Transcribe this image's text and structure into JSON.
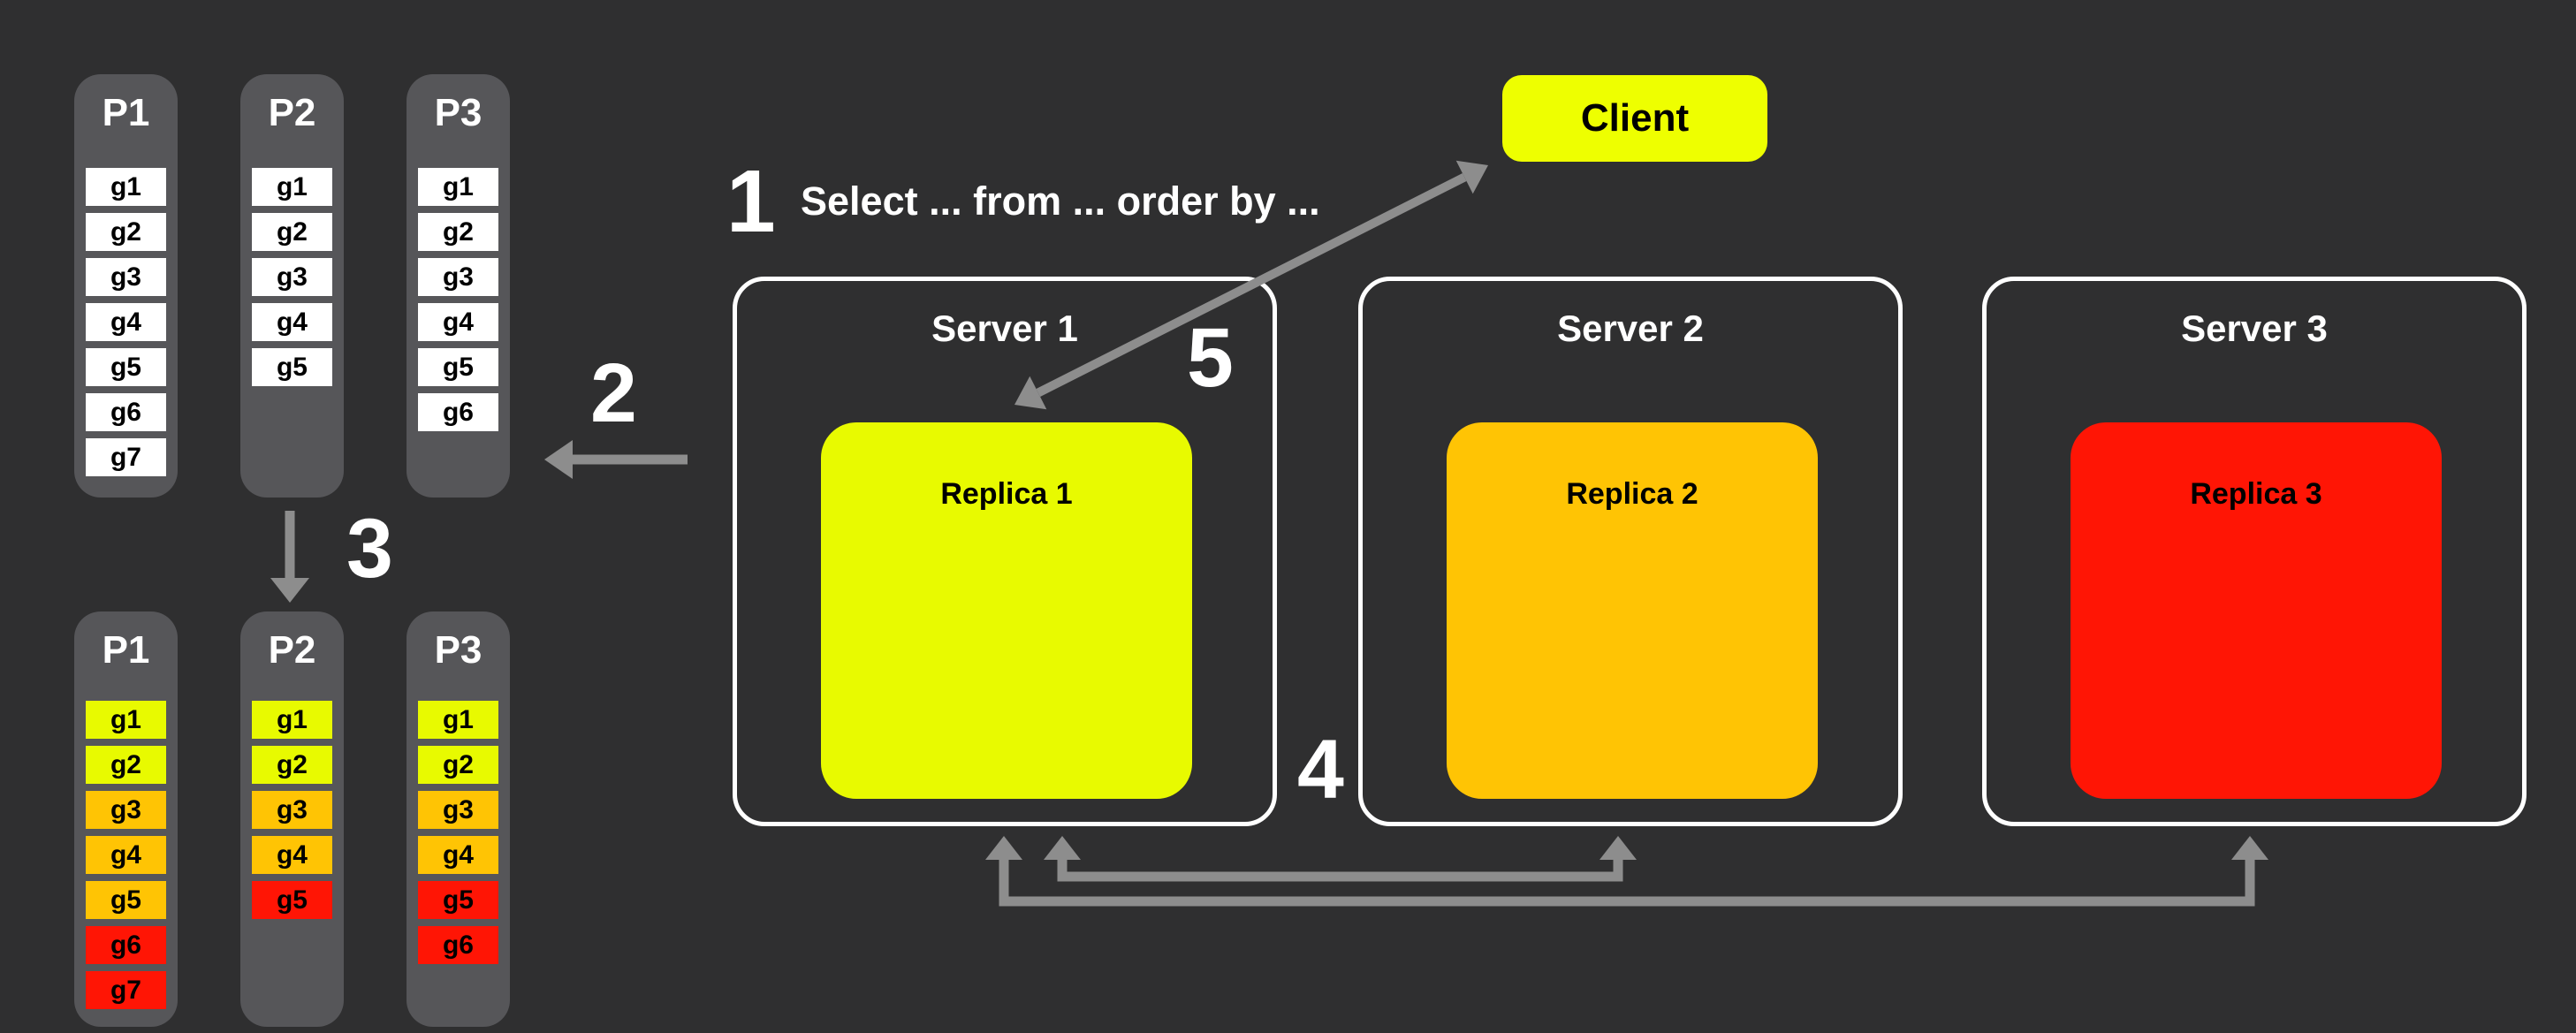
{
  "colors": {
    "bg": "#2f2f30",
    "panel": "#565659",
    "white": "#ffffff",
    "yellow": "#e8fa00",
    "orange": "#ffc404",
    "red": "#ff1505",
    "client_yellow": "#eeff00",
    "arrow_gray": "#8d8d8d"
  },
  "client": {
    "label": "Client",
    "color": "client_yellow"
  },
  "steps": {
    "step1": {
      "number": "1",
      "text": "Select ... from ... order by ..."
    },
    "step2": {
      "number": "2"
    },
    "step3": {
      "number": "3"
    },
    "step4": {
      "number": "4"
    },
    "step5": {
      "number": "5"
    }
  },
  "servers": [
    {
      "label": "Server 1",
      "replica": {
        "label": "Replica 1",
        "color": "yellow"
      }
    },
    {
      "label": "Server 2",
      "replica": {
        "label": "Replica 2",
        "color": "orange"
      }
    },
    {
      "label": "Server 3",
      "replica": {
        "label": "Replica 3",
        "color": "red"
      }
    }
  ],
  "partition_groups": {
    "unsorted": [
      {
        "title": "P1",
        "cells": [
          {
            "label": "g1",
            "color": "white"
          },
          {
            "label": "g2",
            "color": "white"
          },
          {
            "label": "g3",
            "color": "white"
          },
          {
            "label": "g4",
            "color": "white"
          },
          {
            "label": "g5",
            "color": "white"
          },
          {
            "label": "g6",
            "color": "white"
          },
          {
            "label": "g7",
            "color": "white"
          }
        ]
      },
      {
        "title": "P2",
        "cells": [
          {
            "label": "g1",
            "color": "white"
          },
          {
            "label": "g2",
            "color": "white"
          },
          {
            "label": "g3",
            "color": "white"
          },
          {
            "label": "g4",
            "color": "white"
          },
          {
            "label": "g5",
            "color": "white"
          }
        ]
      },
      {
        "title": "P3",
        "cells": [
          {
            "label": "g1",
            "color": "white"
          },
          {
            "label": "g2",
            "color": "white"
          },
          {
            "label": "g3",
            "color": "white"
          },
          {
            "label": "g4",
            "color": "white"
          },
          {
            "label": "g5",
            "color": "white"
          },
          {
            "label": "g6",
            "color": "white"
          }
        ]
      }
    ],
    "sorted": [
      {
        "title": "P1",
        "cells": [
          {
            "label": "g1",
            "color": "yellow"
          },
          {
            "label": "g2",
            "color": "yellow"
          },
          {
            "label": "g3",
            "color": "orange"
          },
          {
            "label": "g4",
            "color": "orange"
          },
          {
            "label": "g5",
            "color": "orange"
          },
          {
            "label": "g6",
            "color": "red"
          },
          {
            "label": "g7",
            "color": "red"
          }
        ]
      },
      {
        "title": "P2",
        "cells": [
          {
            "label": "g1",
            "color": "yellow"
          },
          {
            "label": "g2",
            "color": "yellow"
          },
          {
            "label": "g3",
            "color": "orange"
          },
          {
            "label": "g4",
            "color": "orange"
          },
          {
            "label": "g5",
            "color": "red"
          }
        ]
      },
      {
        "title": "P3",
        "cells": [
          {
            "label": "g1",
            "color": "yellow"
          },
          {
            "label": "g2",
            "color": "yellow"
          },
          {
            "label": "g3",
            "color": "orange"
          },
          {
            "label": "g4",
            "color": "orange"
          },
          {
            "label": "g5",
            "color": "red"
          },
          {
            "label": "g6",
            "color": "red"
          }
        ]
      }
    ]
  }
}
